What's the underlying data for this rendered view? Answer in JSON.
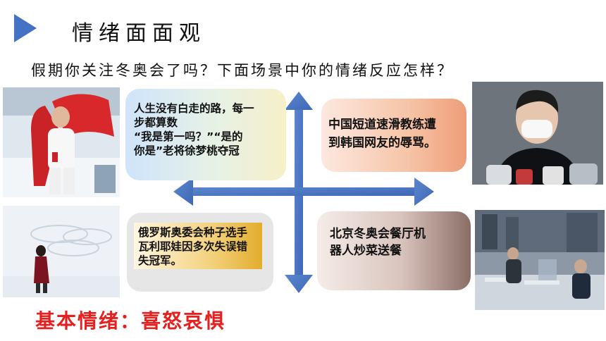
{
  "header": {
    "title": "情绪面面观",
    "question": "假期你关注冬奥会了吗？下面场景中你的情绪反应怎样？"
  },
  "scenes": [
    {
      "lines": [
        "人生没有白走的路，每一",
        "步都算数",
        "“我是第一吗？”“是的",
        "你是”老将徐梦桃夺冠"
      ]
    },
    {
      "lines": [
        "中国短道速滑教练遭",
        "到韩国网友的辱骂。"
      ]
    },
    {
      "lines": [
        "俄罗斯奥委会种子选手",
        "瓦利耶娃因多次失误错",
        "失冠军。"
      ]
    },
    {
      "lines": [
        "北京冬奥会餐厅机",
        "器人炒菜送餐"
      ]
    }
  ],
  "footer": {
    "summary": "基本情绪：喜怒哀惧"
  },
  "colors": {
    "accent_blue": "#4472c4",
    "summary_red": "#e5201f"
  },
  "icons": {
    "bullet": "play-triangle-icon",
    "axes": "four-way-arrow-icon"
  }
}
